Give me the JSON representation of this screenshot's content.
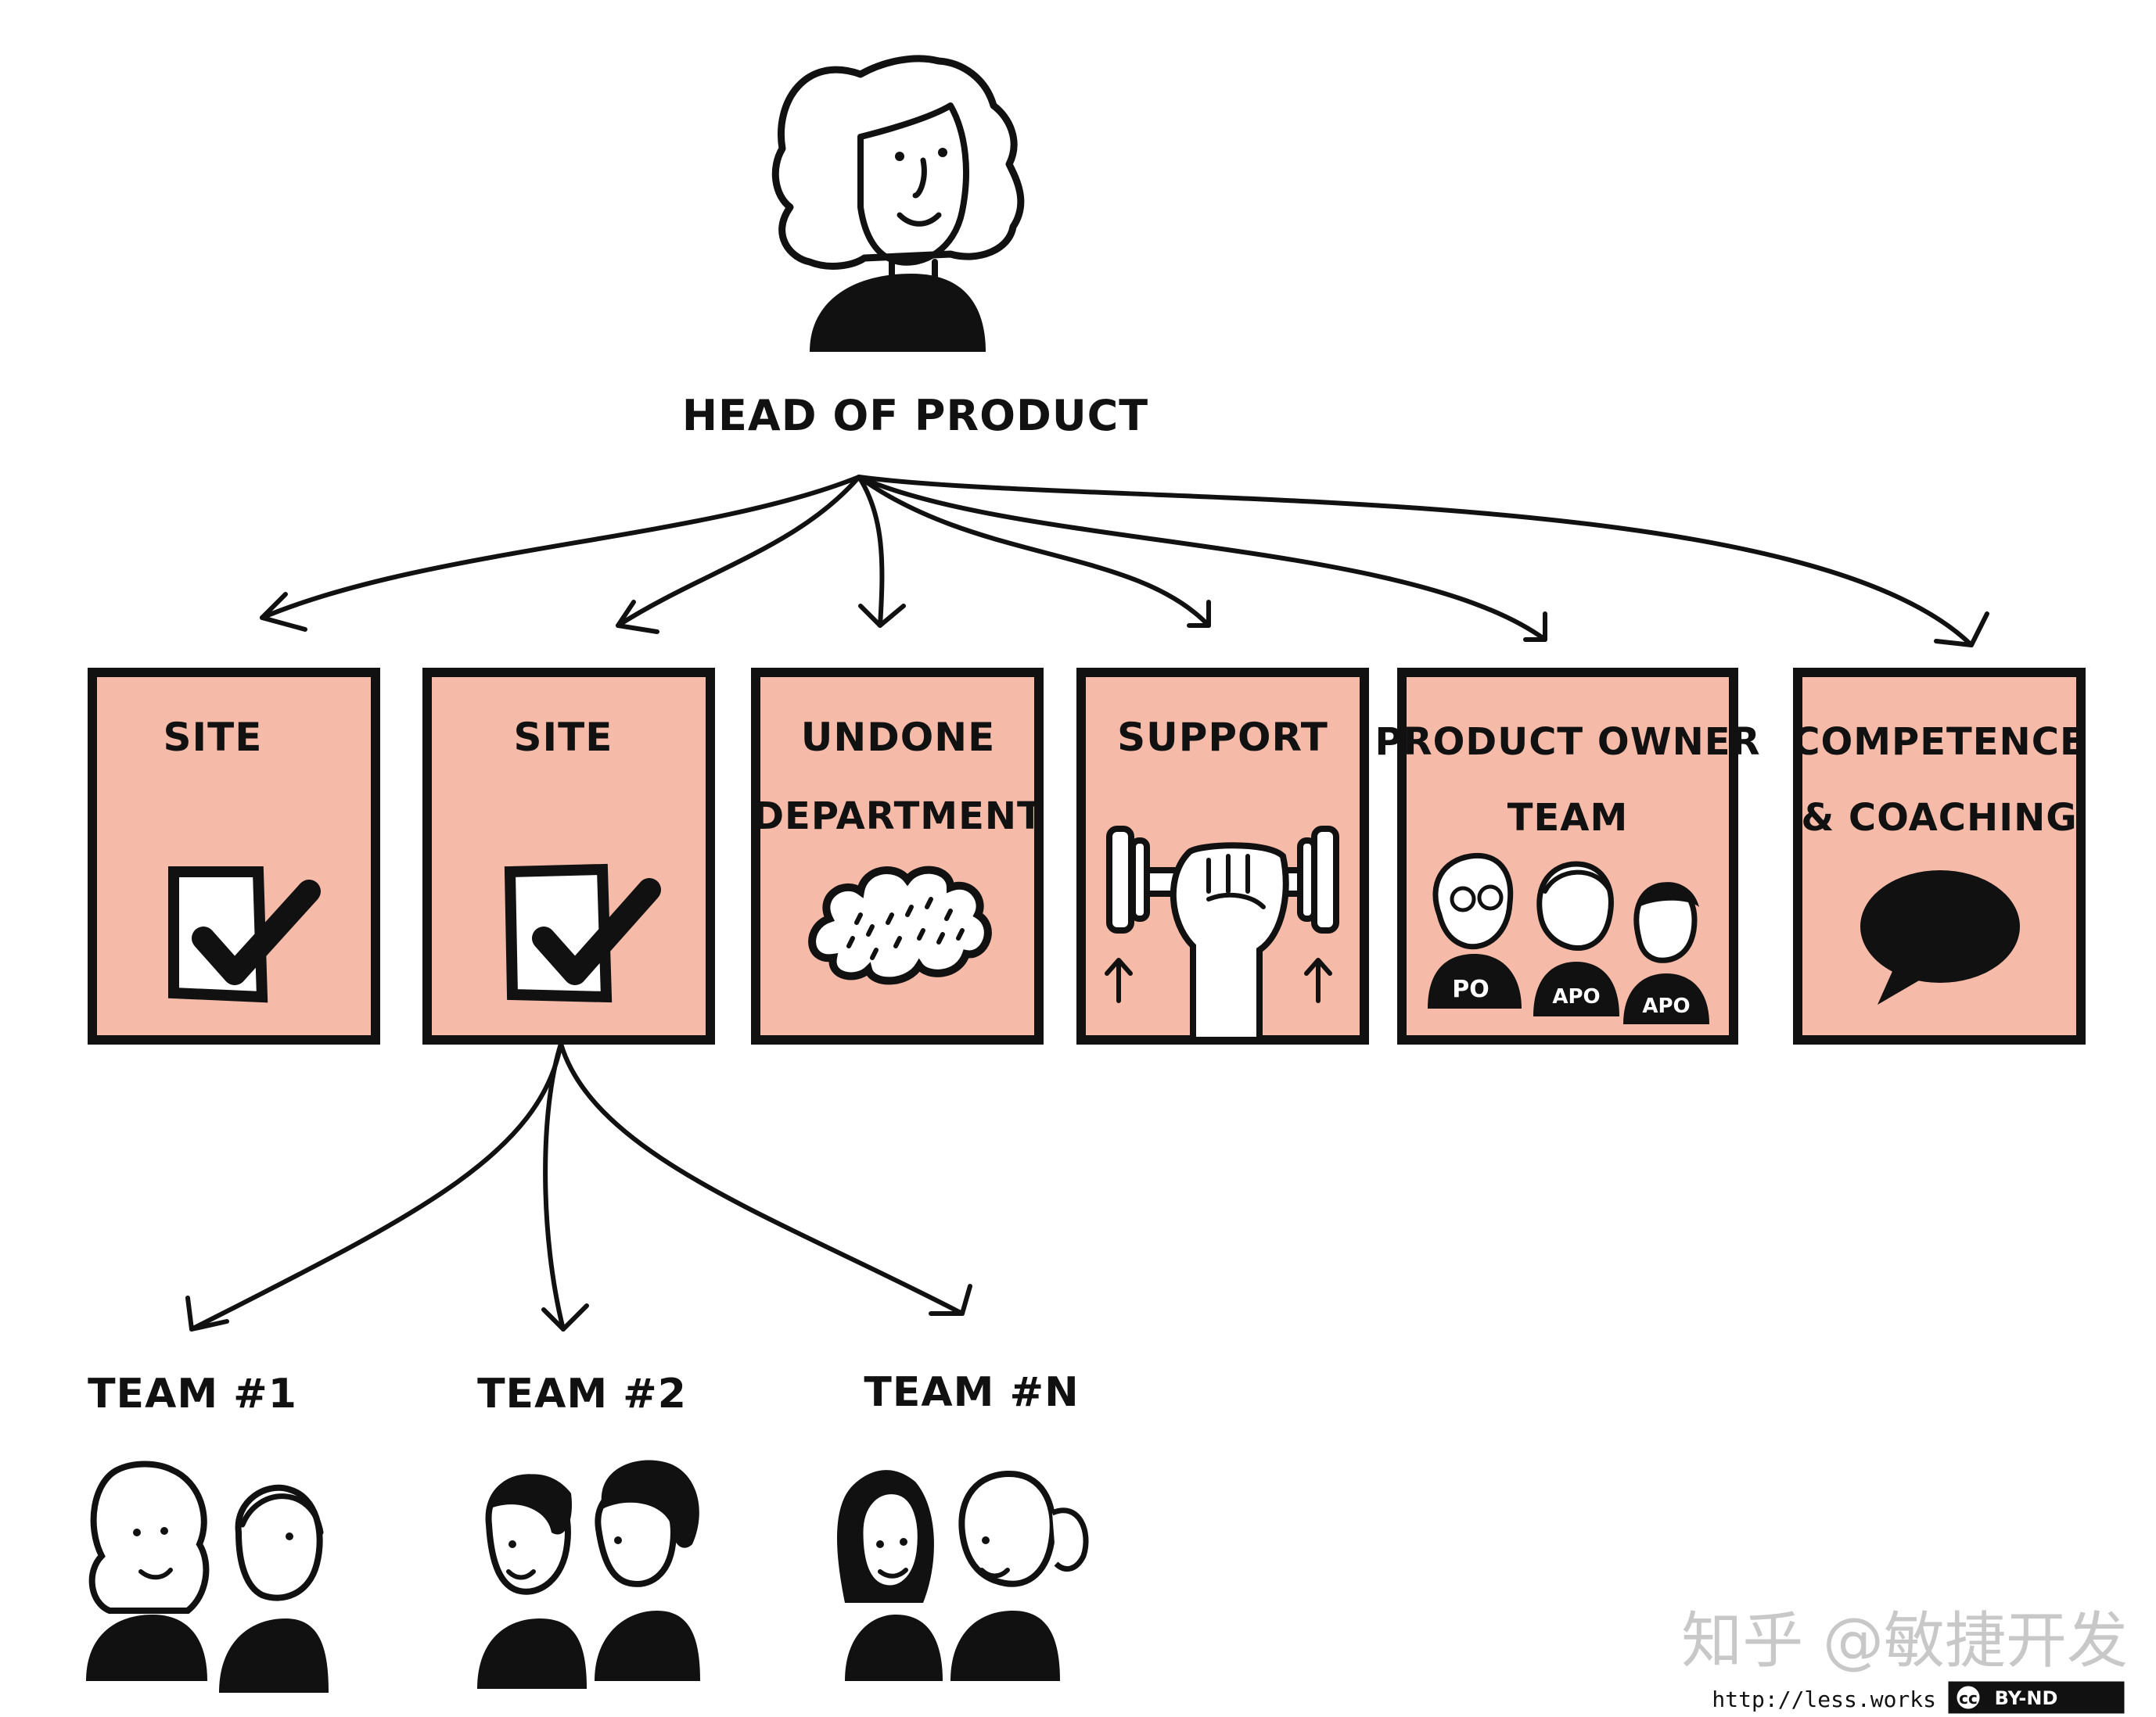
{
  "head": {
    "label": "HEAD OF PRODUCT"
  },
  "units": [
    {
      "lines": [
        "SITE"
      ],
      "icon": "checkbox-check-icon"
    },
    {
      "lines": [
        "SITE"
      ],
      "icon": "checkbox-check-icon"
    },
    {
      "lines": [
        "UNDONE",
        "DEPARTMENT"
      ],
      "icon": "rain-cloud-icon"
    },
    {
      "lines": [
        "SUPPORT"
      ],
      "icon": "dumbbell-fist-icon"
    },
    {
      "lines": [
        "PRODUCT OWNER",
        "TEAM"
      ],
      "icon": "three-people-icon",
      "badges": [
        "PO",
        "APO",
        "APO"
      ]
    },
    {
      "lines": [
        "COMPETENCE",
        "& COACHING"
      ],
      "icon": "speech-bubble-icon"
    }
  ],
  "teams": [
    {
      "label": "TEAM #1"
    },
    {
      "label": "TEAM #2"
    },
    {
      "label": "TEAM #N"
    }
  ],
  "watermark": "知乎 @敏捷开发",
  "footer": {
    "url": "http://less.works",
    "cc": "cc",
    "license": "BY-ND"
  },
  "colors": {
    "box_fill": "#f6bba8",
    "ink": "#111111"
  }
}
